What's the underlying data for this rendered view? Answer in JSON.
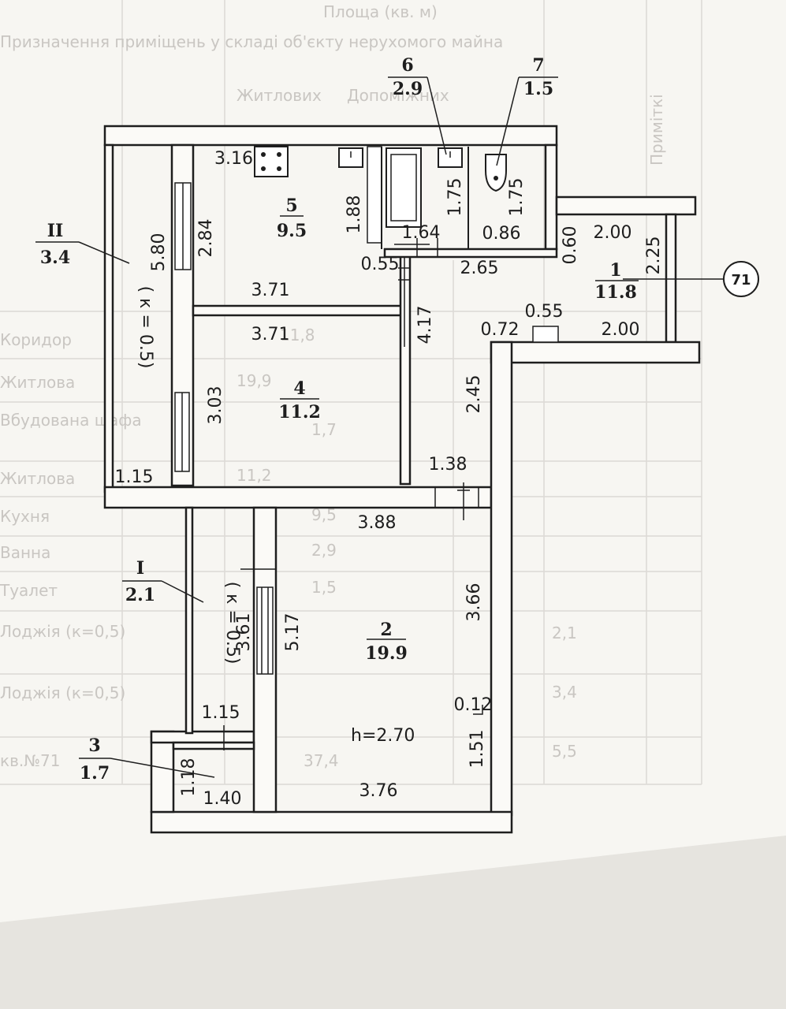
{
  "table_ghost": {
    "headers": [
      "Площа (кв. м)",
      "Житлових",
      "Допоміжних",
      "Призначення приміщень у складі об'єкту нерухомого майна",
      "Приміткі"
    ],
    "rows": [
      "Коридор",
      "Житлова",
      "Вбудована шафа",
      "Житлова",
      "Кухня",
      "Ванна",
      "Туалет",
      "Лоджія (к=0,5)",
      "Лоджія (к=0,5)",
      "кв.№71"
    ],
    "values": [
      "11,8",
      "19,9",
      "1,7",
      "11,2",
      "9,5",
      "2,9",
      "1,5",
      "2,1",
      "3,4",
      "37,4",
      "5,5"
    ]
  },
  "rooms": [
    {
      "id": "room-1",
      "num": "1",
      "area": "11.8"
    },
    {
      "id": "room-2",
      "num": "2",
      "area": "19.9"
    },
    {
      "id": "room-3",
      "num": "3",
      "area": "1.7"
    },
    {
      "id": "room-4",
      "num": "4",
      "area": "11.2"
    },
    {
      "id": "room-5",
      "num": "5",
      "area": "9.5"
    },
    {
      "id": "room-6",
      "num": "6",
      "area": "2.9"
    },
    {
      "id": "room-7",
      "num": "7",
      "area": "1.5"
    },
    {
      "id": "loggia-I",
      "num": "I",
      "area": "2.1"
    },
    {
      "id": "loggia-II",
      "num": "II",
      "area": "3.4"
    }
  ],
  "loggia_coef": "( к = 0.5)",
  "apartment_number": "71",
  "ceiling_height": "h=2.70",
  "stove_width": "3.16",
  "dimensions": {
    "d_5_80": "5.80",
    "d_2_84": "2.84",
    "d_3_03": "3.03",
    "d_1_15_top": "1.15",
    "d_3_71_a": "3.71",
    "d_3_71_b": "3.71",
    "d_1_88": "1.88",
    "d_1_64": "1.64",
    "d_1_75_a": "1.75",
    "d_1_75_b": "1.75",
    "d_0_86": "0.86",
    "d_0_55_a": "0.55",
    "d_2_65": "2.65",
    "d_4_17": "4.17",
    "d_0_60": "0.60",
    "d_2_00_a": "2.00",
    "d_2_25": "2.25",
    "d_0_55_b": "0.55",
    "d_0_72": "0.72",
    "d_2_00_b": "2.00",
    "d_2_45": "2.45",
    "d_1_38": "1.38",
    "d_3_88": "3.88",
    "d_3_66": "3.66",
    "d_3_61": "3.61",
    "d_5_17": "5.17",
    "d_0_12": "0.12",
    "d_1_51": "1.51",
    "d_1_15_bot": "1.15",
    "d_1_18": "1.18",
    "d_1_40": "1.40",
    "d_3_76": "3.76"
  }
}
